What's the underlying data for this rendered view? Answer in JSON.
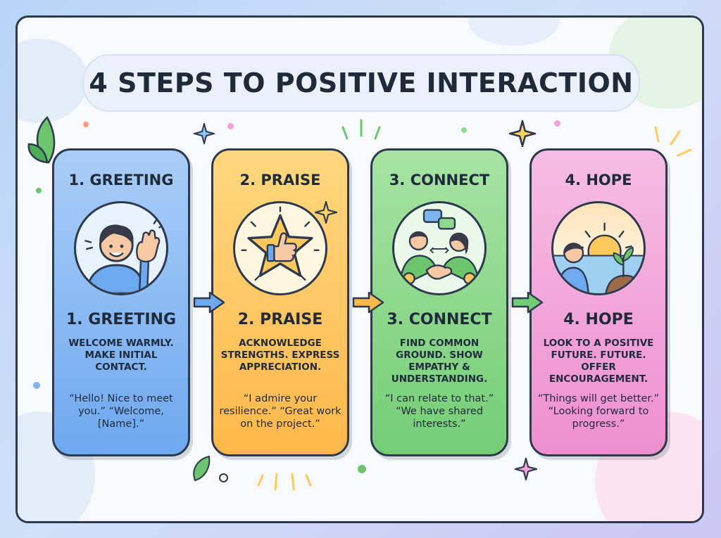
{
  "title": "4 STEPS TO POSITIVE INTERACTION",
  "colors": {
    "greeting": "#7fb4f2",
    "praise": "#ffc95e",
    "connect": "#8fd88f",
    "hope": "#f2a2d8",
    "outline": "#2d3a4e"
  },
  "steps": [
    {
      "heading": "1. GREETING",
      "description": "WELCOME WARMLY. MAKE INITIAL CONTACT.",
      "quotes": "“Hello! Nice to meet you.” “Welcome, [Name].”",
      "icon": "waving-person-icon"
    },
    {
      "heading": "2. PRAISE",
      "description": "ACKNOWLEDGE STRENGTHS. EXPRESS APPRECIATION.",
      "quotes": "“I admire your resilience.” “Great work on the project.”",
      "icon": "thumbs-up-star-icon"
    },
    {
      "heading": "3. CONNECT",
      "description": "FIND COMMON GROUND. SHOW EMPATHY & UNDERSTANDING.",
      "quotes": "“I can relate to that.” “We have shared interests.”",
      "icon": "handshake-people-icon"
    },
    {
      "heading": "4. HOPE",
      "description": "LOOK TO A POSITIVE FUTURE. FUTURE. OFFER ENCOURAGEMENT.",
      "quotes": "“Things will get better.” “Looking forward to progress.”",
      "icon": "sunrise-sprout-icon"
    }
  ]
}
